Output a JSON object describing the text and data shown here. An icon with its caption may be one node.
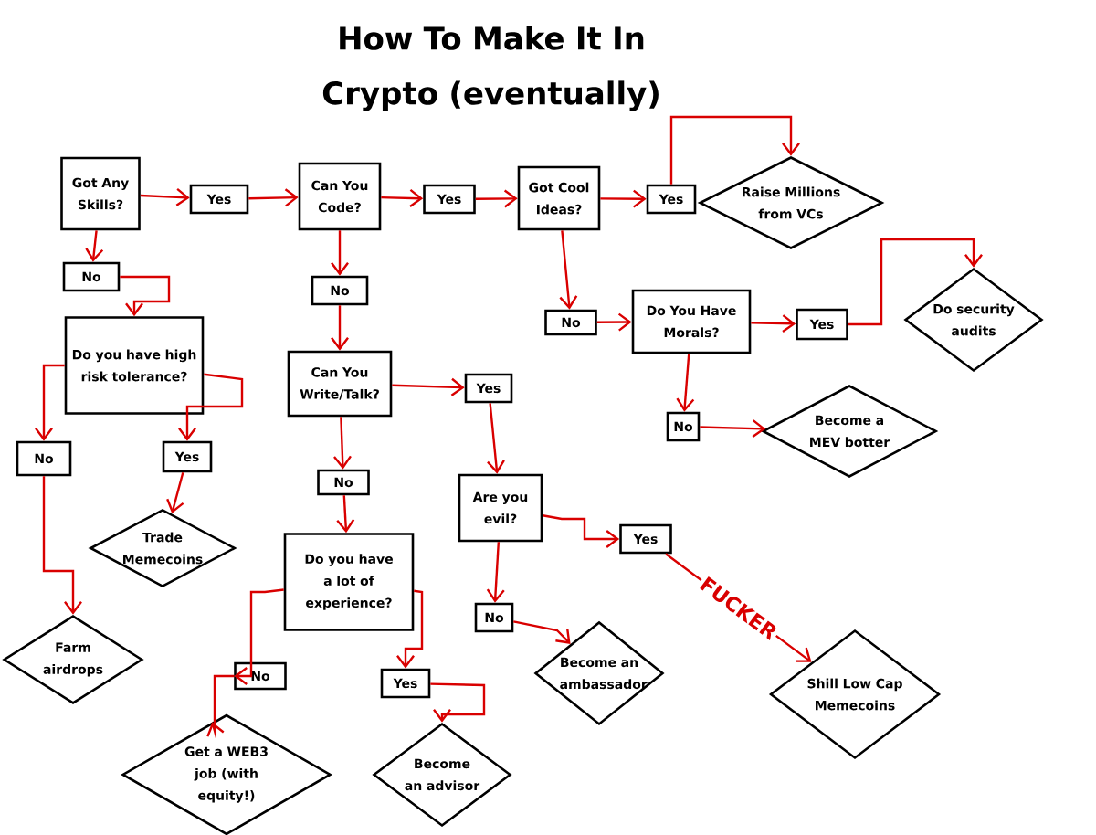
{
  "diagram": {
    "title": "How To Make It In Crypto (eventually)",
    "nodes": [
      {
        "text": [
          "Got Any Skills?"
        ]
      },
      {
        "text": [
          "Yes"
        ]
      },
      {
        "text": [
          "Can You Code?"
        ]
      },
      {
        "text": [
          "Yes"
        ]
      },
      {
        "text": [
          "Got Cool Ideas?"
        ]
      },
      {
        "text": [
          "Yes"
        ]
      },
      {
        "text": [
          "Raise Millions from VCs"
        ]
      },
      {
        "text": [
          "No"
        ]
      },
      {
        "text": [
          "Do you have high risk tolerance?"
        ]
      },
      {
        "text": [
          "No"
        ]
      },
      {
        "text": [
          "Can You Write/Talk?"
        ]
      },
      {
        "text": [
          "No"
        ]
      },
      {
        "text": [
          "Yes"
        ]
      },
      {
        "text": [
          "Trade Memecoins"
        ]
      },
      {
        "text": [
          "Farm airdrops"
        ]
      },
      {
        "text": [
          "No"
        ]
      },
      {
        "text": [
          "Yes"
        ]
      },
      {
        "text": [
          "No"
        ]
      },
      {
        "text": [
          "Do You Have Morals?"
        ]
      },
      {
        "text": [
          "Yes"
        ]
      },
      {
        "text": [
          "Do security audits"
        ]
      },
      {
        "text": [
          "No"
        ]
      },
      {
        "text": [
          "Become a MEV botter"
        ]
      },
      {
        "text": [
          "Are you evil?"
        ]
      },
      {
        "text": [
          "Do you have a lot of experience?"
        ]
      },
      {
        "text": [
          "Yes"
        ]
      },
      {
        "text": [
          "No"
        ]
      },
      {
        "text": [
          "Become an ambassador"
        ]
      },
      {
        "text": [
          "Shill Low Cap Memecoins"
        ]
      },
      {
        "text": [
          "No"
        ]
      },
      {
        "text": [
          "Yes"
        ]
      },
      {
        "text": [
          "Get a WEB3 job (with equity!)"
        ]
      },
      {
        "text": [
          "Become an advisor"
        ]
      }
    ],
    "edges": [
      {
        "from": 0,
        "to": 1,
        "arrow": "to"
      },
      {
        "from": 1,
        "to": 2,
        "arrow": "to"
      },
      {
        "from": 2,
        "to": 3,
        "arrow": "to"
      },
      {
        "from": 3,
        "to": 4,
        "arrow": "to"
      },
      {
        "from": 4,
        "to": 5,
        "arrow": "to"
      },
      {
        "from": 5,
        "to": 6,
        "arrow": "to"
      },
      {
        "from": 0,
        "to": 7,
        "arrow": "to"
      },
      {
        "from": 7,
        "to": 8,
        "arrow": "to"
      },
      {
        "from": 2,
        "to": 9,
        "arrow": "to"
      },
      {
        "from": 9,
        "to": 10,
        "arrow": "to"
      },
      {
        "from": 8,
        "to": 11,
        "arrow": "to"
      },
      {
        "from": 8,
        "to": 12,
        "arrow": "to"
      },
      {
        "from": 12,
        "to": 13,
        "arrow": "to"
      },
      {
        "from": 11,
        "to": 14,
        "arrow": "to"
      },
      {
        "from": 10,
        "to": 16,
        "arrow": "to"
      },
      {
        "from": 10,
        "to": 15,
        "arrow": "to"
      },
      {
        "from": 4,
        "to": 17,
        "arrow": "to"
      },
      {
        "from": 17,
        "to": 18,
        "arrow": "to"
      },
      {
        "from": 18,
        "to": 19,
        "arrow": "to"
      },
      {
        "from": 19,
        "to": 20,
        "arrow": "to"
      },
      {
        "from": 18,
        "to": 21,
        "arrow": "to"
      },
      {
        "from": 21,
        "to": 22,
        "arrow": "to"
      },
      {
        "from": 16,
        "to": 23,
        "arrow": "to"
      },
      {
        "from": 23,
        "to": 25,
        "arrow": "to"
      },
      {
        "from": 23,
        "to": 26,
        "arrow": "to"
      },
      {
        "from": 15,
        "to": 24,
        "arrow": "to"
      },
      {
        "from": 26,
        "to": 27,
        "arrow": "to"
      },
      {
        "from": 25,
        "to": 28,
        "arrow": "to",
        "label": "FUCKER"
      },
      {
        "from": 24,
        "to": 29,
        "arrow": "to"
      },
      {
        "from": 24,
        "to": 30,
        "arrow": "to"
      },
      {
        "from": 29,
        "to": 31,
        "arrow": "to"
      },
      {
        "from": 30,
        "to": 32,
        "arrow": "to"
      }
    ]
  }
}
